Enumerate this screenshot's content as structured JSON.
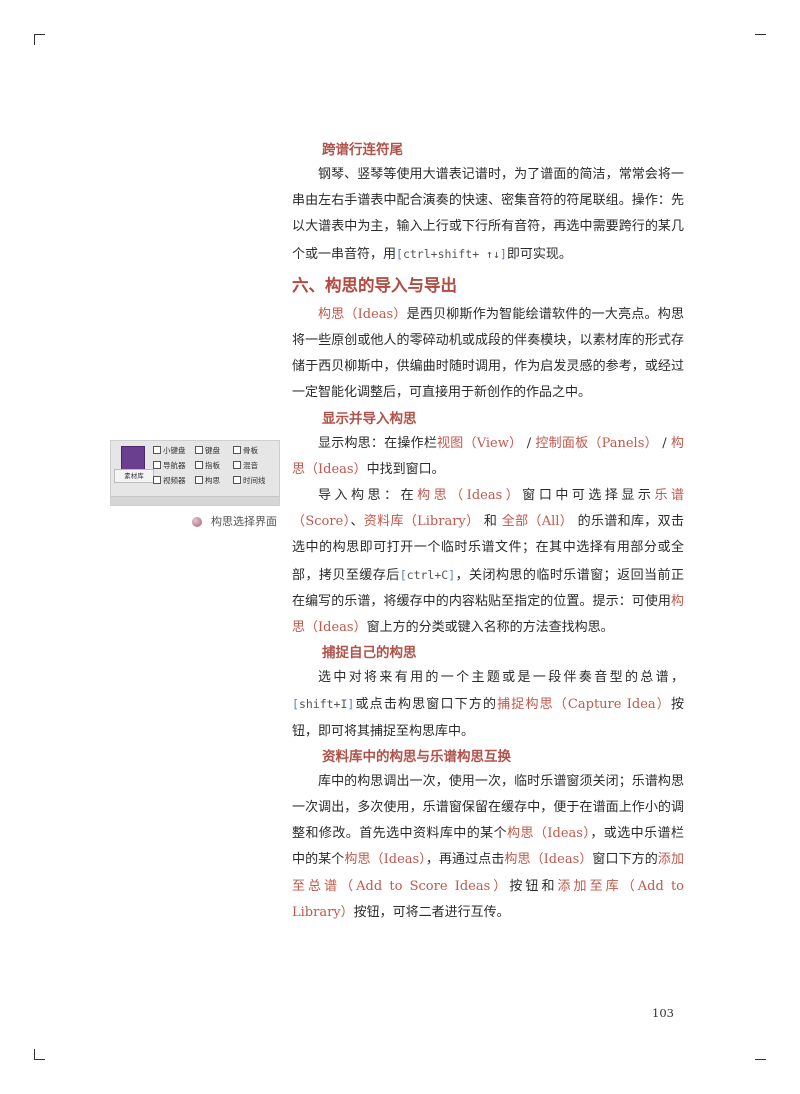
{
  "page_number": "103",
  "figure": {
    "caption": "构思选择界面",
    "button_label": "素材库",
    "checkboxes": [
      "小键盘",
      "键盘",
      "骨板",
      "导航器",
      "指板",
      "混音",
      "视频器",
      "构思",
      "时间线"
    ]
  },
  "content": {
    "sub1": "跨谱行连符尾",
    "p1": "钢琴、竖琴等使用大谱表记谱时，为了谱面的简洁，常常会将一串由左右手谱表中配合演奏的快速、密集音符的符尾联组。操作：先以大谱表中为主，输入上行或下行所有音符，再选中需要跨行的某几个或一串音符，用",
    "p1_shortcut": "ctrl+shift+ ↑↓",
    "p1_tail": "即可实现。",
    "sec6": "六、构思的导入与导出",
    "p2_term": "构思（Ideas）",
    "p2": "是西贝柳斯作为智能绘谱软件的一大亮点。构思将一些原创或他人的零碎动机或成段的伴奏模块，以素材库的形式存储于西贝柳斯中，供编曲时随时调用，作为启发灵感的参考，或经过一定智能化调整后，可直接用于新创作的作品之中。",
    "sub2": "显示并导入构思",
    "p3_a": "显示构思：在操作栏",
    "p3_view": "视图（View）",
    "p3_slash1": "/",
    "p3_panels": "控制面板（Panels）",
    "p3_slash2": "/",
    "p3_ideas": "构思（Ideas）",
    "p3_tail": "中找到窗口。",
    "p4_a": "导入构思：在",
    "p4_ideas": "构思（Ideas）",
    "p4_b": "窗口中可选择显示",
    "p4_score": "乐谱（Score）",
    "p4_c": "、",
    "p4_library": "资料库（Library）",
    "p4_d": "和",
    "p4_all": "全部（All）",
    "p4_e": "的乐谱和库，双击选中的构思即可打开一个临时乐谱文件；在其中选择有用部分或全部，拷贝至缓存后",
    "p4_shortcut": "ctrl+C",
    "p4_f": "，关闭构思的临时乐谱窗；返回当前正在编写的乐谱，将缓存中的内容粘贴至指定的位置。提示：可使用",
    "p4_ideas2": "构思（Ideas）",
    "p4_g": "窗上方的分类或键入名称的方法查找构思。",
    "sub3": "捕捉自己的构思",
    "p5_a": "选中对将来有用的一个主题或是一段伴奏音型的总谱，",
    "p5_shortcut": "shift+I",
    "p5_b": "或点击构思窗口下方的",
    "p5_capture": "捕捉构思（Capture Idea）",
    "p5_c": "按钮，即可将其捕捉至构思库中。",
    "sub4": "资料库中的构思与乐谱构思互换",
    "p6_a": "库中的构思调出一次，使用一次，临时乐谱窗须关闭；乐谱构思一次调出，多次使用，乐谱窗保留在缓存中，便于在谱面上作小的调整和修改。首先选中资料库中的某个",
    "p6_ideas1": "构思（Ideas）",
    "p6_b": "，或选中乐谱栏中的某个",
    "p6_ideas2": "构思（Ideas）",
    "p6_c": "，再通过点击",
    "p6_ideas3": "构思（Ideas）",
    "p6_d": "窗口下方的",
    "p6_add_score": "添加至总谱（Add to Score Ideas）",
    "p6_e": "按钮和",
    "p6_add_lib": "添加至库（Add to Library）",
    "p6_f": "按钮，可将二者进行互传。"
  },
  "colors": {
    "accent_red": "#c0584c",
    "heading_red": "#b24a40",
    "shortcut_blue": "#5b7fb0",
    "icon_purple": "#6b3f8f"
  }
}
